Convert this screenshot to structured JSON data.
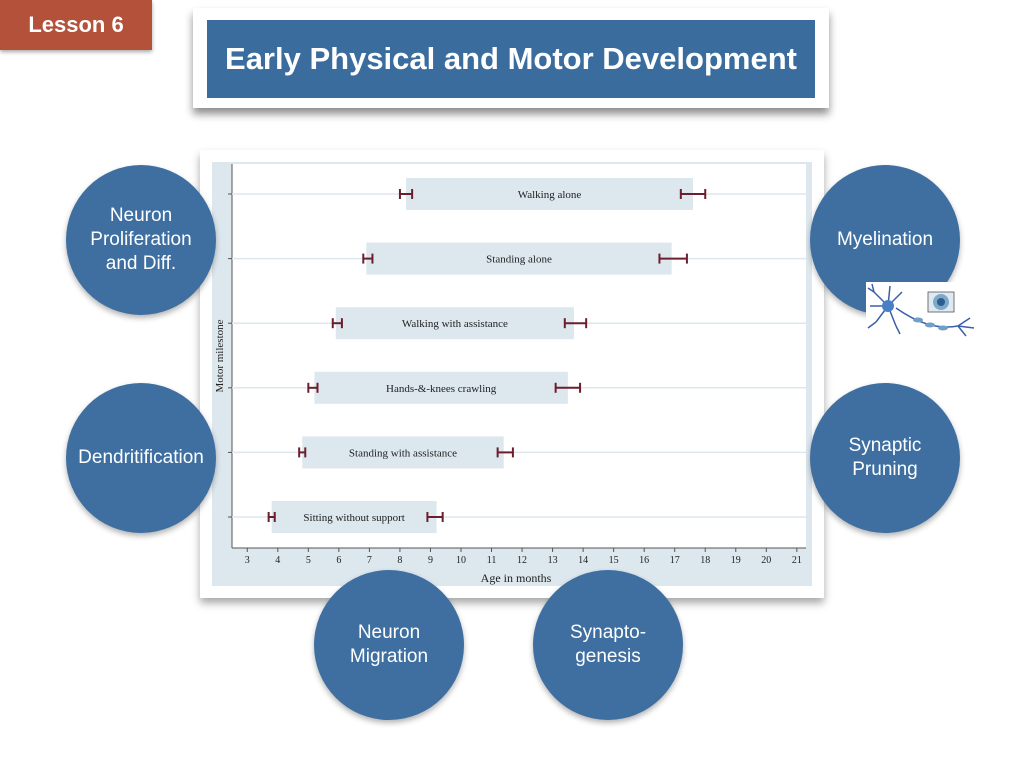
{
  "lesson_label": "Lesson 6",
  "title": "Early Physical and Motor Development",
  "circles": [
    {
      "text": "Neuron\nProliferation\nand Diff."
    },
    {
      "text": "Dendritification"
    },
    {
      "text": "Neuron\nMigration"
    },
    {
      "text": "Synapto-\ngenesis"
    },
    {
      "text": "Myelination"
    },
    {
      "text": "Synaptic\nPruning"
    }
  ],
  "neuron_image": {
    "icon": "neuron-diagram-icon"
  },
  "colors": {
    "badge": "#b3513a",
    "title_bar": "#3a6d9e",
    "circle": "#3e6fa0",
    "range_bar": "#dde7ee",
    "whisker": "#6b1f2e",
    "plot_bg": "#dde7ee"
  },
  "chart_data": {
    "type": "range-bar",
    "xlabel": "Age in months",
    "ylabel": "Motor milestone",
    "xlim": [
      2.5,
      21.3
    ],
    "xticks": [
      3,
      4,
      5,
      6,
      7,
      8,
      9,
      10,
      11,
      12,
      13,
      14,
      15,
      16,
      17,
      18,
      19,
      20,
      21
    ],
    "grid": true,
    "milestones": [
      {
        "label": "Walking alone",
        "start": 8.2,
        "end": 17.6,
        "low_ci": [
          8.0,
          8.4
        ],
        "high_ci": [
          17.2,
          18.0
        ]
      },
      {
        "label": "Standing alone",
        "start": 6.9,
        "end": 16.9,
        "low_ci": [
          6.8,
          7.1
        ],
        "high_ci": [
          16.5,
          17.4
        ]
      },
      {
        "label": "Walking with assistance",
        "start": 5.9,
        "end": 13.7,
        "low_ci": [
          5.8,
          6.1
        ],
        "high_ci": [
          13.4,
          14.1
        ]
      },
      {
        "label": "Hands-&-knees crawling",
        "start": 5.2,
        "end": 13.5,
        "low_ci": [
          5.0,
          5.3
        ],
        "high_ci": [
          13.1,
          13.9
        ]
      },
      {
        "label": "Standing with assistance",
        "start": 4.8,
        "end": 11.4,
        "low_ci": [
          4.7,
          4.9
        ],
        "high_ci": [
          11.2,
          11.7
        ]
      },
      {
        "label": "Sitting without support",
        "start": 3.8,
        "end": 9.2,
        "low_ci": [
          3.7,
          3.9
        ],
        "high_ci": [
          8.9,
          9.4
        ]
      }
    ]
  }
}
